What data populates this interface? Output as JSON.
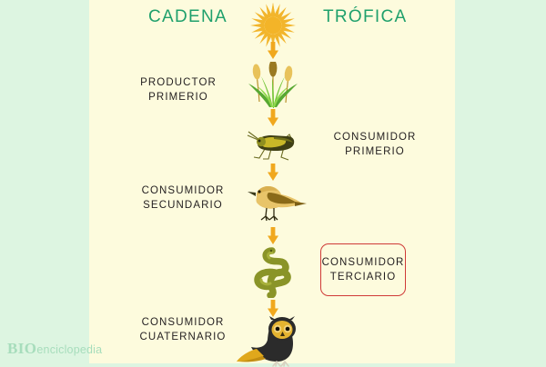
{
  "theme": {
    "outer_background": "#ddf5e1",
    "panel_background": "#fdfbdd",
    "title_color": "#1fa06c",
    "label_color": "#231f20",
    "highlight_border_color": "#cf3a37",
    "arrow_color": "#f0a81e",
    "watermark_color": "#a7ddbc"
  },
  "title": {
    "word_left": "CADENA",
    "word_right": "TRÓFICA",
    "center_icon": "sun-icon"
  },
  "chain": {
    "nodes": [
      {
        "id": "sun",
        "icon": "sun-icon",
        "label": ""
      },
      {
        "id": "grass",
        "icon": "grass-icon",
        "label": "PRODUCTOR PRIMERIO"
      },
      {
        "id": "grasshopper",
        "icon": "grasshopper-icon",
        "label": "CONSUMIDOR PRIMERIO"
      },
      {
        "id": "bird",
        "icon": "bird-icon",
        "label": "CONSUMIDOR SECUNDARIO"
      },
      {
        "id": "snake",
        "icon": "snake-icon",
        "label": "CONSUMIDOR TERCIARIO"
      },
      {
        "id": "owl",
        "icon": "owl-icon",
        "label": "CONSUMIDOR CUATERNARIO"
      }
    ],
    "arrow_icon": "arrow-down-icon",
    "arrow_count": 5
  },
  "labels": {
    "productor_primerio": {
      "line1": "PRODUCTOR",
      "line2": "PRIMERIO"
    },
    "consumidor_primerio": {
      "line1": "CONSUMIDOR",
      "line2": "PRIMERIO"
    },
    "consumidor_secundario": {
      "line1": "CONSUMIDOR",
      "line2": "SECUNDARIO"
    },
    "consumidor_terciario": {
      "line1": "CONSUMIDOR",
      "line2": "TERCIARIO"
    },
    "consumidor_cuaternario": {
      "line1": "CONSUMIDOR",
      "line2": "CUATERNARIO"
    }
  },
  "watermark": {
    "brand_bold": "BIO",
    "brand_rest": "enciclopedia"
  }
}
